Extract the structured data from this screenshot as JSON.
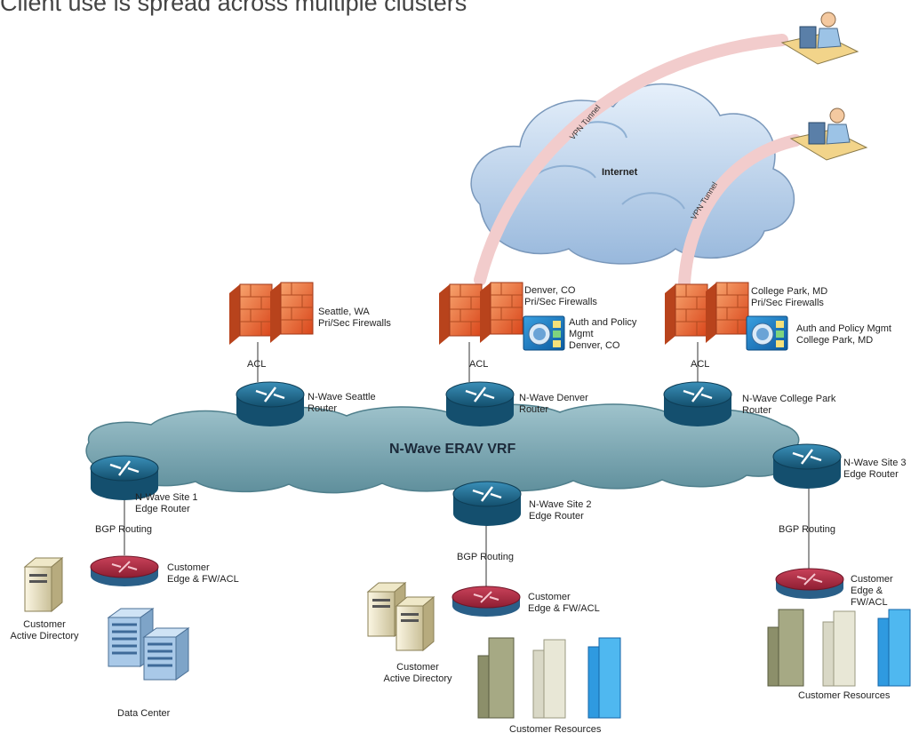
{
  "title": "Client use is spread across multiple clusters",
  "internet": "Internet",
  "vpn_tunnel": "VPN Tunnel",
  "vrf_label": "N-Wave ERAV VRF",
  "acl": "ACL",
  "bgp_routing": "BGP Routing",
  "firewalls": {
    "seattle": "Seattle, WA\nPri/Sec Firewalls",
    "denver": "Denver, CO\nPri/Sec Firewalls",
    "college_park": "College Park, MD\nPri/Sec Firewalls"
  },
  "auth_policy": {
    "denver": "Auth and Policy\nMgmt\nDenver, CO",
    "college_park": "Auth and Policy Mgmt\nCollege Park, MD"
  },
  "routers": {
    "seattle": "N-Wave Seattle\nRouter",
    "denver": "N-Wave Denver\nRouter",
    "college_park": "N-Wave College Park\nRouter",
    "site1": "N-Wave Site 1\nEdge Router",
    "site2": "N-Wave Site 2\nEdge Router",
    "site3": "N-Wave Site 3\nEdge Router"
  },
  "customer_edge": "Customer\nEdge & FW/ACL",
  "customer_ad": "Customer\nActive Directory",
  "data_center": "Data Center",
  "customer_resources": "Customer Resources",
  "colors": {
    "firewall": "#e8632a",
    "router": "#1f6f95",
    "cloud": "#7ea8b3",
    "internet_cloud": "#c9ddf2",
    "tunnel": "#f2cccc"
  }
}
